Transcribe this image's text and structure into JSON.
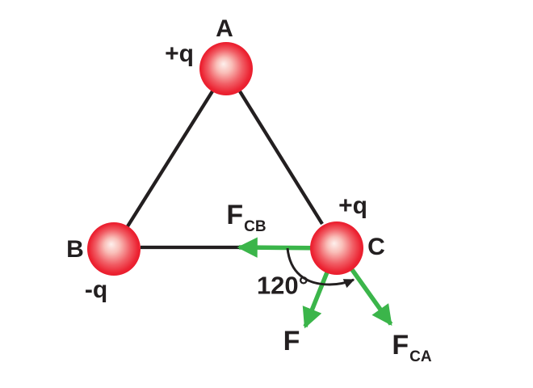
{
  "diagram": {
    "description": "Three point charges at triangle vertices with Coulomb force vectors at C",
    "charges": {
      "a": {
        "name": "A",
        "charge": "+q"
      },
      "b": {
        "name": "B",
        "charge": "-q"
      },
      "c": {
        "name": "C",
        "charge": "+q"
      }
    },
    "forces": {
      "fcb": {
        "main": "F",
        "sub": "CB"
      },
      "f": {
        "main": "F",
        "sub": ""
      },
      "fca": {
        "main": "F",
        "sub": "CA"
      }
    },
    "angle_label": "120°",
    "colors": {
      "sphere_red": "#e9192a",
      "sphere_highlight": "#fdf0ed",
      "line_black": "#231f20",
      "arrow_green": "#3bb54a",
      "background": "#ffffff"
    }
  }
}
